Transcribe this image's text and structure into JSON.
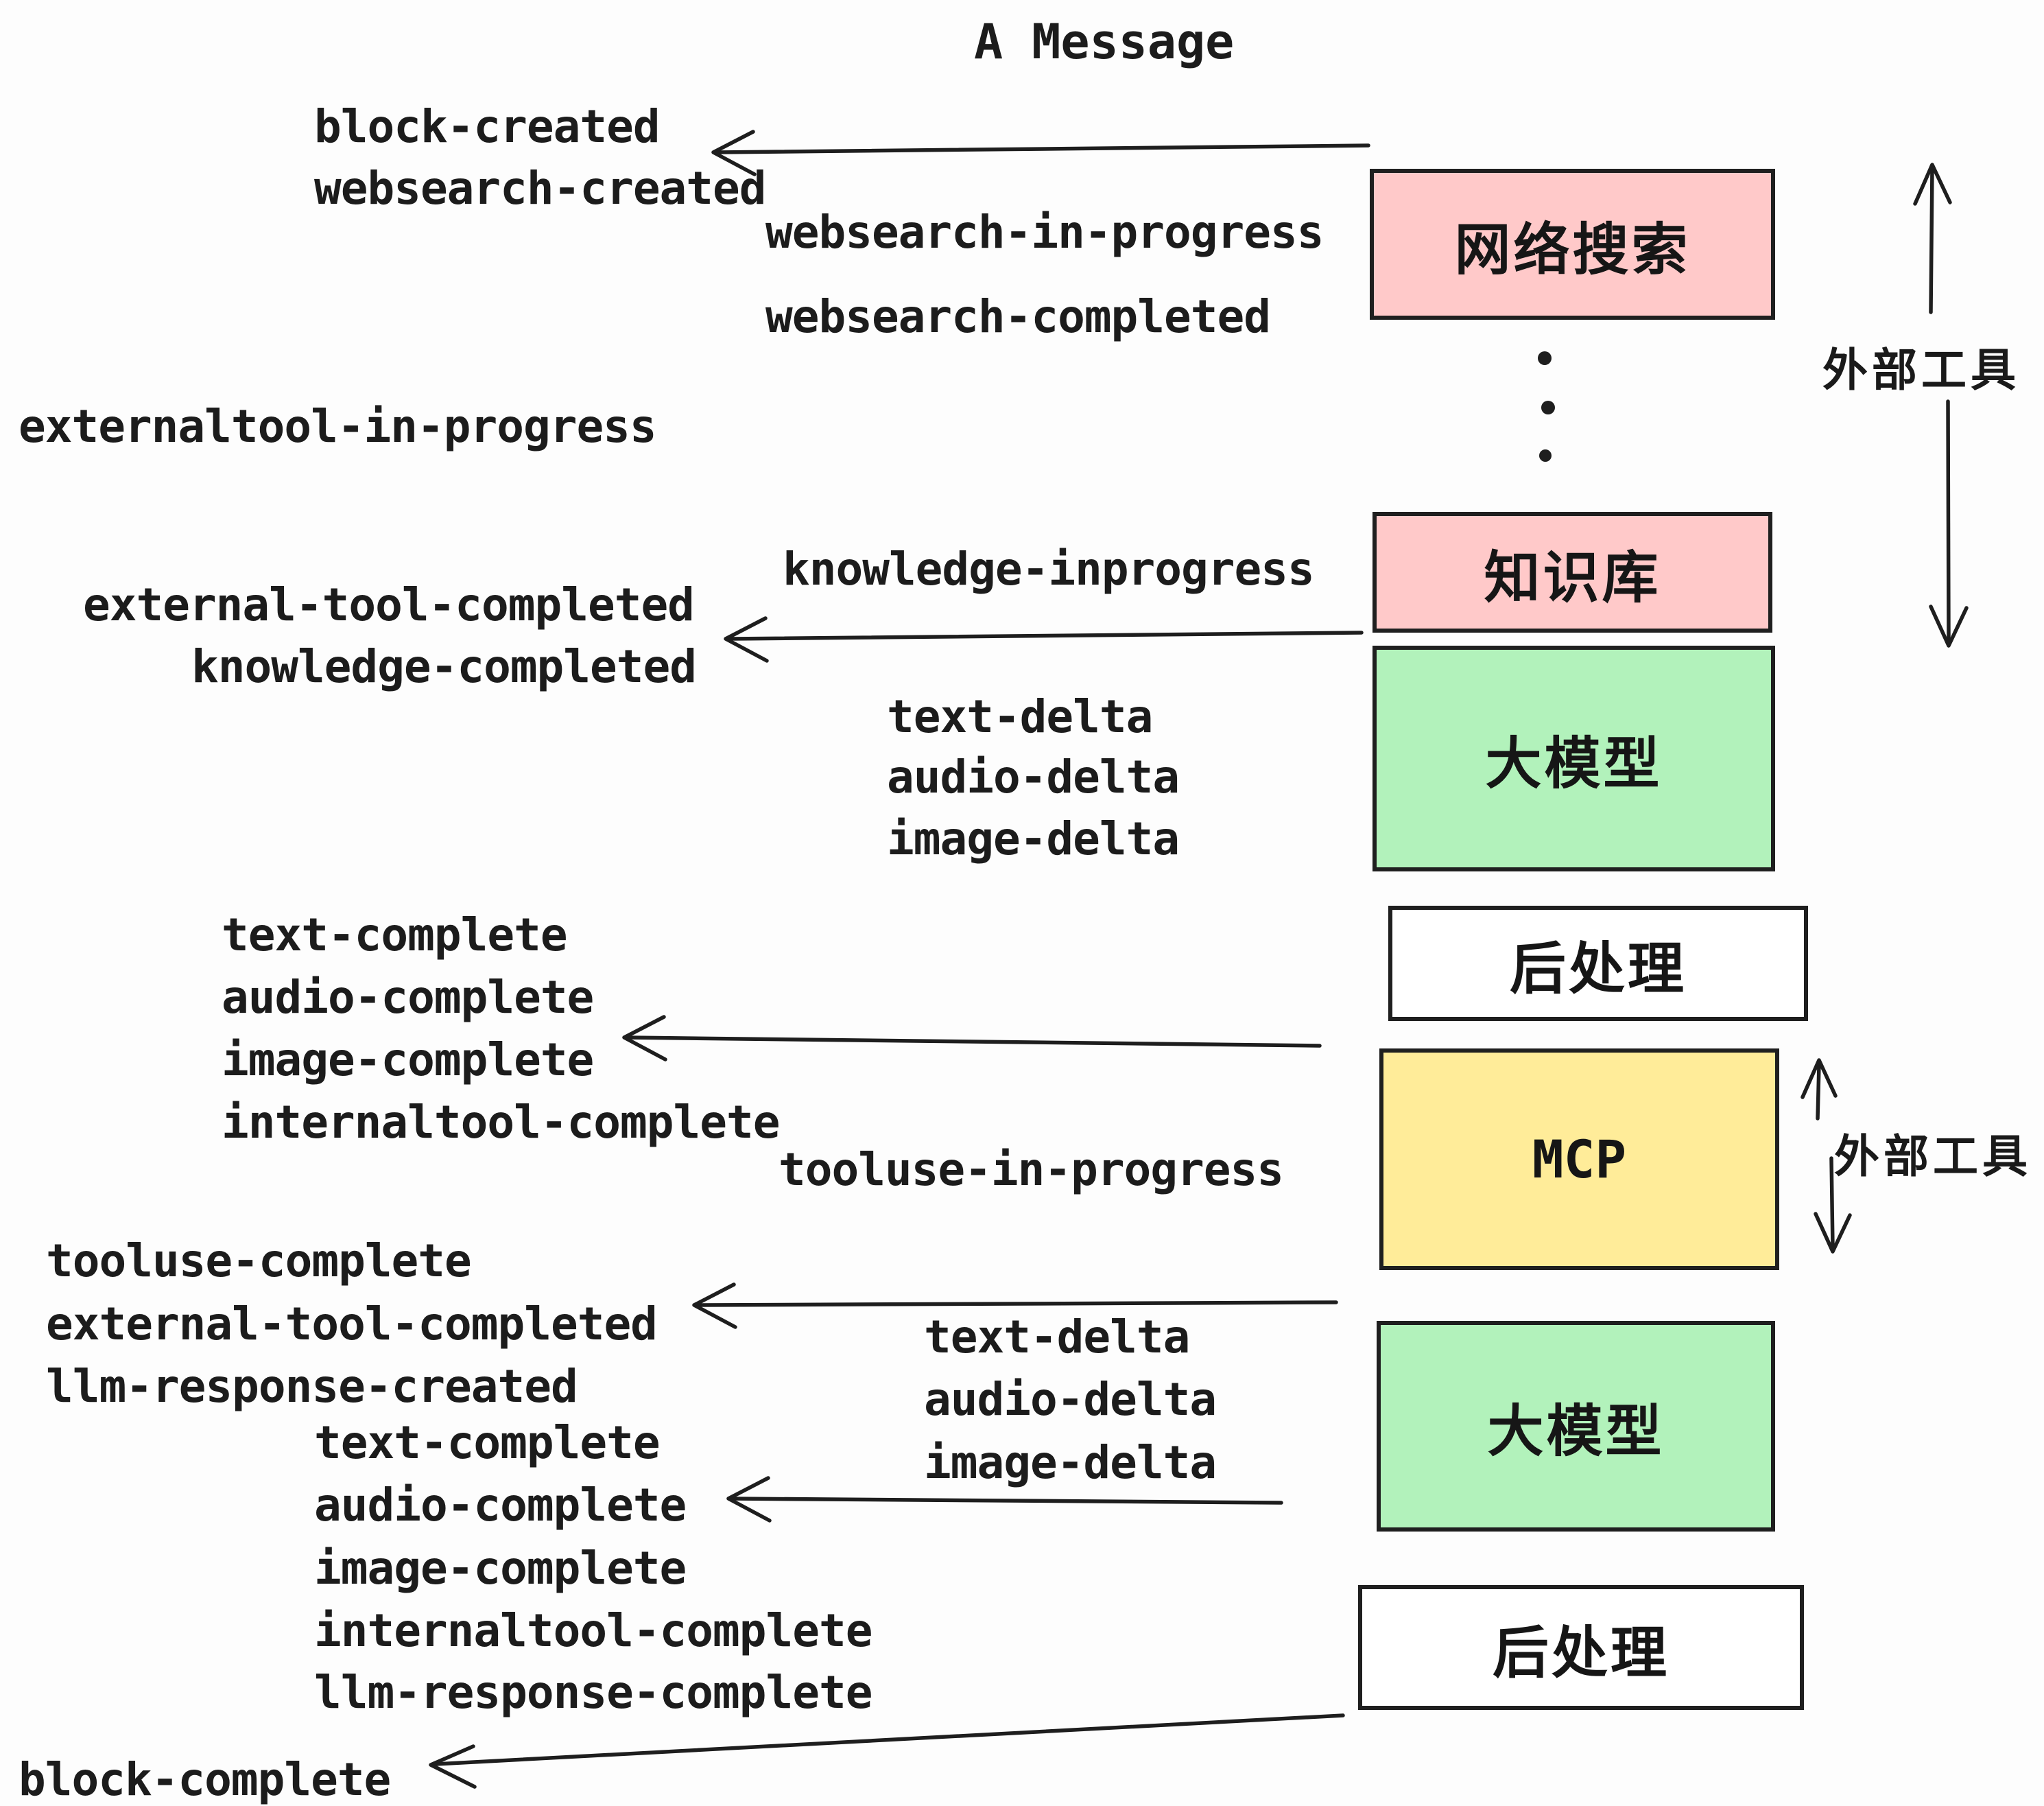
{
  "title": "A Message",
  "colors": {
    "pink": "#ffc9c9",
    "green": "#b2f2bb",
    "yellow": "#ffec99",
    "white": "#ffffff",
    "ink": "#1e1e1e"
  },
  "boxes": {
    "websearch": {
      "label": "网络搜索",
      "color": "#ffc9c9"
    },
    "knowledge": {
      "label": "知识库",
      "color": "#ffc9c9"
    },
    "llm1": {
      "label": "大模型",
      "color": "#b2f2bb"
    },
    "post1": {
      "label": "后处理",
      "color": "#ffffff"
    },
    "mcp": {
      "label": "MCP",
      "color": "#ffec99"
    },
    "llm2": {
      "label": "大模型",
      "color": "#b2f2bb"
    },
    "post2": {
      "label": "后处理",
      "color": "#ffffff"
    }
  },
  "side_labels": {
    "external_tools_top": "外部工具",
    "external_tools_bottom": "外部工具"
  },
  "events": {
    "block_created": "block-created",
    "websearch_created": "websearch-created",
    "websearch_in_progress": "websearch-in-progress",
    "websearch_completed": "websearch-completed",
    "externaltool_in_progress": "externaltool-in-progress",
    "knowledge_inprogress": "knowledge-inprogress",
    "external_tool_completed": "external-tool-completed",
    "knowledge_completed": "knowledge-completed",
    "deltas_first": [
      "text-delta",
      "audio-delta",
      "image-delta"
    ],
    "completes_first": [
      "text-complete",
      "audio-complete",
      "image-complete",
      "internaltool-complete"
    ],
    "tooluse_in_progress": "tooluse-in-progress",
    "tooluse_complete": "tooluse-complete",
    "external_tool_completed_2": "external-tool-completed",
    "llm_response_created": "llm-response-created",
    "completes_second": [
      "text-complete",
      "audio-complete",
      "image-complete",
      "internaltool-complete",
      "llm-response-complete"
    ],
    "deltas_second": [
      "text-delta",
      "audio-delta",
      "image-delta"
    ],
    "block_complete": "block-complete"
  }
}
